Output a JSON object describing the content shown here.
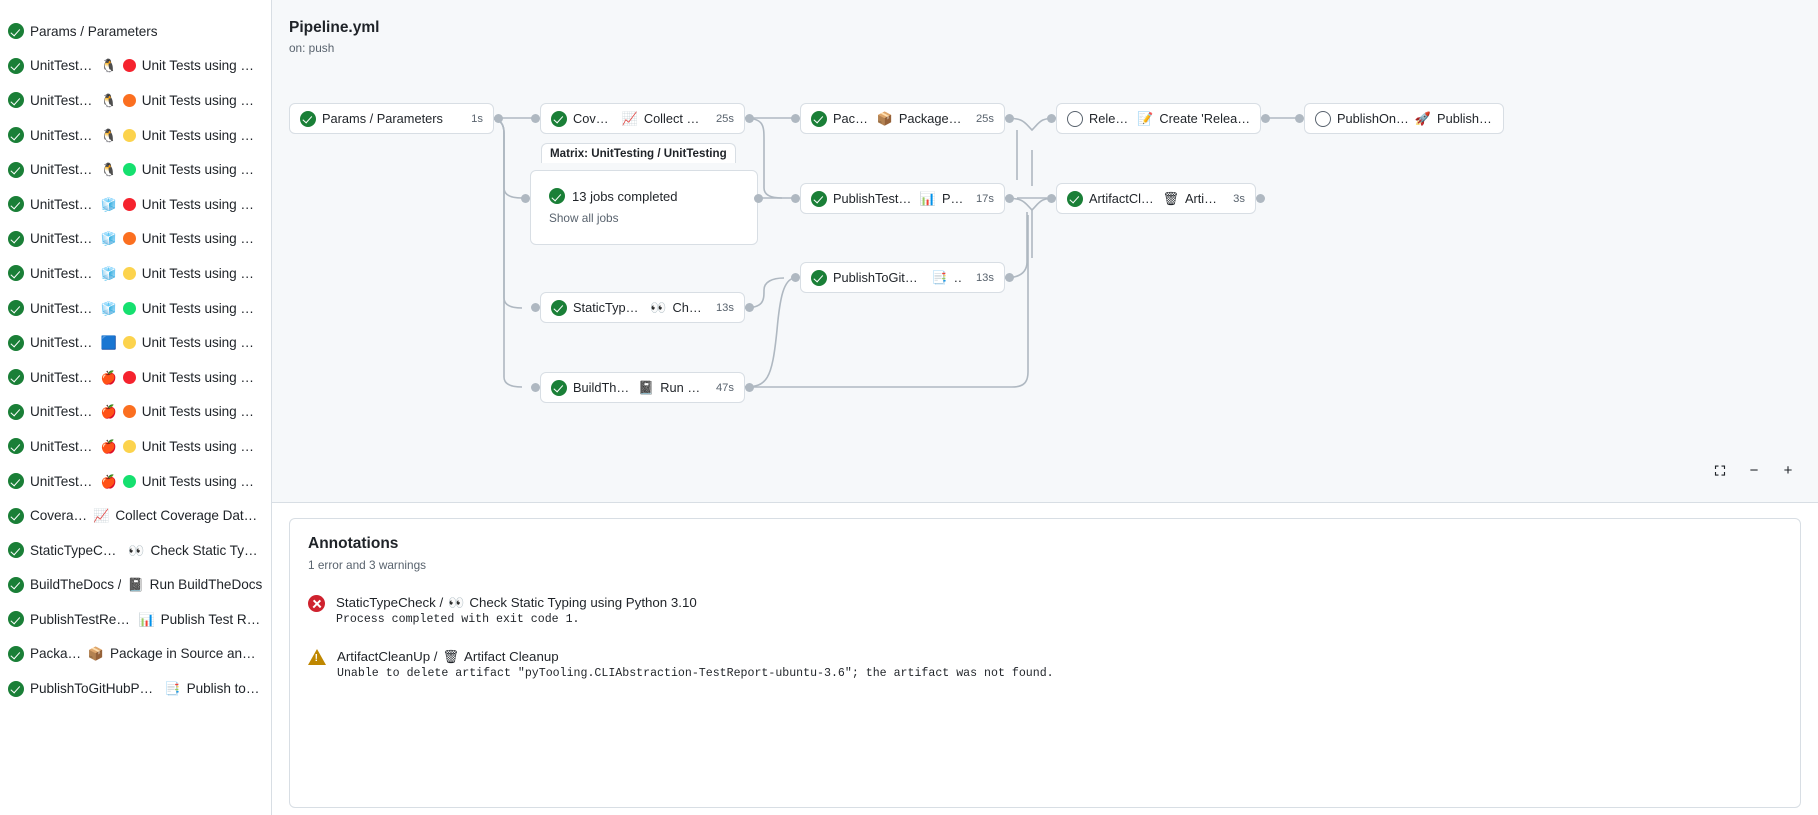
{
  "sidebar": {
    "jobs": [
      {
        "status": "success",
        "label": "Params / Parameters",
        "icons": []
      },
      {
        "status": "success",
        "label": "UnitTesting / ",
        "icons": [
          "🐧"
        ],
        "dot": "#f5232e",
        "label2": "Unit Tests using Pyth…"
      },
      {
        "status": "success",
        "label": "UnitTesting / ",
        "icons": [
          "🐧"
        ],
        "dot": "#fb6f20",
        "label2": "Unit Tests using Pyth…"
      },
      {
        "status": "success",
        "label": "UnitTesting / ",
        "icons": [
          "🐧"
        ],
        "dot": "#fcd34d",
        "label2": "Unit Tests using Pyth…"
      },
      {
        "status": "success",
        "label": "UnitTesting / ",
        "icons": [
          "🐧"
        ],
        "dot": "#15e06f",
        "label2": "Unit Tests using Pyth…"
      },
      {
        "status": "success",
        "label": "UnitTesting / ",
        "icons": [
          "🧊"
        ],
        "dot": "#f5232e",
        "label2": "Unit Tests using Pyth…"
      },
      {
        "status": "success",
        "label": "UnitTesting / ",
        "icons": [
          "🧊"
        ],
        "dot": "#fb6f20",
        "label2": "Unit Tests using Pyth…"
      },
      {
        "status": "success",
        "label": "UnitTesting / ",
        "icons": [
          "🧊"
        ],
        "dot": "#fcd34d",
        "label2": "Unit Tests using Pyth…"
      },
      {
        "status": "success",
        "label": "UnitTesting / ",
        "icons": [
          "🧊"
        ],
        "dot": "#15e06f",
        "label2": "Unit Tests using Pyth…"
      },
      {
        "status": "success",
        "label": "UnitTesting / ",
        "icons": [
          "🟦"
        ],
        "dot": "#fcd34d",
        "label2": "Unit Tests using Pyth…"
      },
      {
        "status": "success",
        "label": "UnitTesting / ",
        "icons": [
          "🍎"
        ],
        "dot": "#f5232e",
        "label2": "Unit Tests using Pyth…"
      },
      {
        "status": "success",
        "label": "UnitTesting / ",
        "icons": [
          "🍎"
        ],
        "dot": "#fb6f20",
        "label2": "Unit Tests using Pyth…"
      },
      {
        "status": "success",
        "label": "UnitTesting / ",
        "icons": [
          "🍎"
        ],
        "dot": "#fcd34d",
        "label2": "Unit Tests using Pyth…"
      },
      {
        "status": "success",
        "label": "UnitTesting / ",
        "icons": [
          "🍎"
        ],
        "dot": "#15e06f",
        "label2": "Unit Tests using Pyth…"
      },
      {
        "status": "success",
        "label": "Coverage / ",
        "icons": [
          "📈"
        ],
        "label2": "Collect Coverage Data usi…"
      },
      {
        "status": "success",
        "label": "StaticTypeCheck / ",
        "icons": [
          "👀"
        ],
        "label2": "Check Static Typing…"
      },
      {
        "status": "success",
        "label": "BuildTheDocs / ",
        "icons": [
          "📓"
        ],
        "label2": "Run BuildTheDocs"
      },
      {
        "status": "success",
        "label": "PublishTestResults / ",
        "icons": [
          "📊"
        ],
        "label2": "Publish Test Resu…"
      },
      {
        "status": "success",
        "label": "Package / ",
        "icons": [
          "📦"
        ],
        "label2": "Package in Source and Wh…"
      },
      {
        "status": "success",
        "label": "PublishToGitHubPages / ",
        "icons": [
          "📑"
        ],
        "label2": "Publish to G…"
      }
    ]
  },
  "workflow": {
    "title": "Pipeline.yml",
    "trigger": "on: push",
    "nodes": [
      {
        "id": "params",
        "status": "success",
        "label": "Params / Parameters",
        "emoji": "",
        "time": "1s"
      },
      {
        "id": "coverage",
        "status": "success",
        "label": "Coverage / ",
        "emoji": "📈",
        "label2": "Collect Cove…",
        "time": "25s"
      },
      {
        "id": "package",
        "status": "success",
        "label": "Package / ",
        "emoji": "📦",
        "label2": "Package in So…",
        "time": "25s"
      },
      {
        "id": "release",
        "status": "skipped",
        "label": "Release / ",
        "emoji": "📝",
        "label2": "Create 'Release P…",
        "time": ""
      },
      {
        "id": "pypi",
        "status": "skipped",
        "label": "PublishOnPyPI / ",
        "emoji": "🚀",
        "label2": "Publish to …",
        "time": ""
      },
      {
        "id": "ptr",
        "status": "success",
        "label": "PublishTestResults / ",
        "emoji": "📊",
        "label2": "Pu…",
        "time": "17s"
      },
      {
        "id": "acu",
        "status": "success",
        "label": "ArtifactCleanUp / ",
        "emoji": "🗑",
        "label2": "Artifac…",
        "time": "3s"
      },
      {
        "id": "ptghp",
        "status": "success",
        "label": "PublishToGitHubPages / ",
        "emoji": "📑",
        "label2": "…",
        "time": "13s"
      },
      {
        "id": "stc",
        "status": "success",
        "label": "StaticTypeCheck / ",
        "emoji": "👀",
        "label2": "Chec…",
        "time": "13s"
      },
      {
        "id": "btd",
        "status": "success",
        "label": "BuildTheDocs / ",
        "emoji": "📓",
        "label2": "Run Buil…",
        "time": "47s"
      }
    ],
    "matrix": {
      "title": "Matrix: UnitTesting / UnitTesting",
      "summary": "13 jobs completed",
      "show_all": "Show all jobs"
    },
    "controls": {
      "fullscreen": "fullscreen-icon",
      "zoom_out": "−",
      "zoom_in": "+"
    }
  },
  "annotations": {
    "title": "Annotations",
    "summary": "1 error and 3 warnings",
    "items": [
      {
        "severity": "error",
        "job": "StaticTypeCheck / ",
        "emoji": "👀",
        "job2": "Check Static Typing using Python 3.10",
        "message": "Process completed with exit code 1."
      },
      {
        "severity": "warning",
        "job": "ArtifactCleanUp / ",
        "emoji": "🗑",
        "job2": "Artifact Cleanup",
        "message": "Unable to delete artifact \"pyTooling.CLIAbstraction-TestReport-ubuntu-3.6\"; the artifact was not found."
      }
    ]
  }
}
